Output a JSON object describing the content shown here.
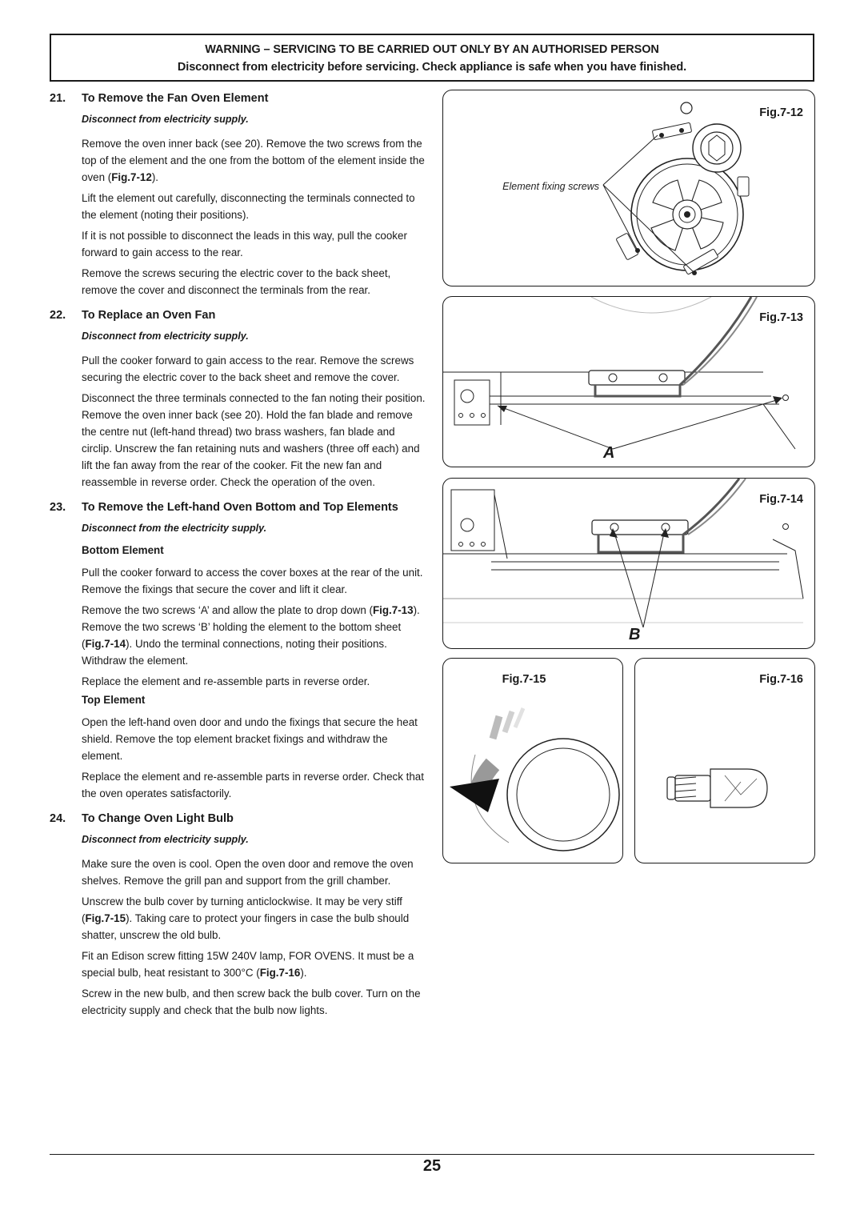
{
  "warning": {
    "line1": "WARNING – SERVICING TO BE CARRIED OUT ONLY BY AN AUTHORISED PERSON",
    "line2": "Disconnect from electricity before servicing. Check appliance is safe when you have finished."
  },
  "s21": {
    "num": "21.",
    "title": "To Remove the Fan Oven Element",
    "sub": "Disconnect from electricity supply.",
    "p1a": "Remove the oven inner back (see 20). Remove the two screws from the top of the element and the one from the bottom of the element inside the oven (",
    "p1ref": "Fig.7-12",
    "p1b": ").",
    "p2": "Lift the element out carefully, disconnecting the terminals connected to the element (noting their positions).",
    "p3": "If it is not possible to disconnect the leads in this way, pull the cooker forward to gain access to the rear.",
    "p4": "Remove the screws securing the electric cover to the back sheet, remove the cover and disconnect the terminals from the rear."
  },
  "s22": {
    "num": "22.",
    "title": "To Replace an Oven Fan",
    "sub": "Disconnect from electricity supply.",
    "p1": "Pull the cooker forward to gain access to the rear. Remove the screws securing the electric cover to the back sheet and remove the cover.",
    "p2": "Disconnect the three terminals connected to the fan noting their position. Remove the oven inner back (see 20). Hold the fan blade and remove the centre nut (left-hand thread) two brass washers, fan blade and circlip. Unscrew the fan retaining nuts and washers (three off each) and lift the fan away from the rear of the cooker. Fit the new fan and reassemble in reverse order. Check the operation of the oven."
  },
  "s23": {
    "num": "23.",
    "title": "To Remove the Left-hand Oven Bottom and Top Elements",
    "sub": "Disconnect from the electricity supply.",
    "bottom_label": "Bottom Element",
    "p1": "Pull the cooker forward to access the cover boxes at the rear of the unit. Remove the fixings that secure the cover and lift it clear.",
    "p2a": "Remove the two screws ‘A’ and allow the plate to drop down (",
    "p2ref1": "Fig.7-13",
    "p2b": "). Remove the two screws ‘B’ holding the element to the bottom sheet (",
    "p2ref2": "Fig.7-14",
    "p2c": "). Undo the terminal connections, noting their positions. Withdraw the element.",
    "p3": "Replace the element and re-assemble parts in reverse order.",
    "top_label": "Top Element",
    "p4": "Open the left-hand oven door and undo the fixings that secure the heat shield. Remove the top element bracket fixings and withdraw the element.",
    "p5": "Replace the element and re-assemble parts in reverse order. Check that the oven operates satisfactorily."
  },
  "s24": {
    "num": "24.",
    "title": "To Change Oven Light Bulb",
    "sub": "Disconnect from electricity supply.",
    "p1": "Make sure the oven is cool. Open the oven door and remove the oven shelves. Remove the grill pan and support from the grill chamber.",
    "p2a": "Unscrew the bulb cover by turning anticlockwise. It may be very stiff (",
    "p2ref": "Fig.7-15",
    "p2b": "). Taking care to protect your fingers in case the bulb should shatter, unscrew the old bulb.",
    "p3a": "Fit an Edison screw fitting 15W 240V lamp, FOR OVENS. It must be a special bulb, heat resistant to 300°C (",
    "p3ref": "Fig.7-16",
    "p3b": ").",
    "p4": "Screw in the new bulb, and then screw back the bulb cover. Turn on the electricity supply and check that the bulb now lights."
  },
  "figures": {
    "f12": {
      "label": "Fig.7-12",
      "callout": "Element fixing screws"
    },
    "f13": {
      "label": "Fig.7-13",
      "letter": "A"
    },
    "f14": {
      "label": "Fig.7-14",
      "letter": "B"
    },
    "f15": {
      "label": "Fig.7-15"
    },
    "f16": {
      "label": "Fig.7-16"
    }
  },
  "page_number": "25"
}
